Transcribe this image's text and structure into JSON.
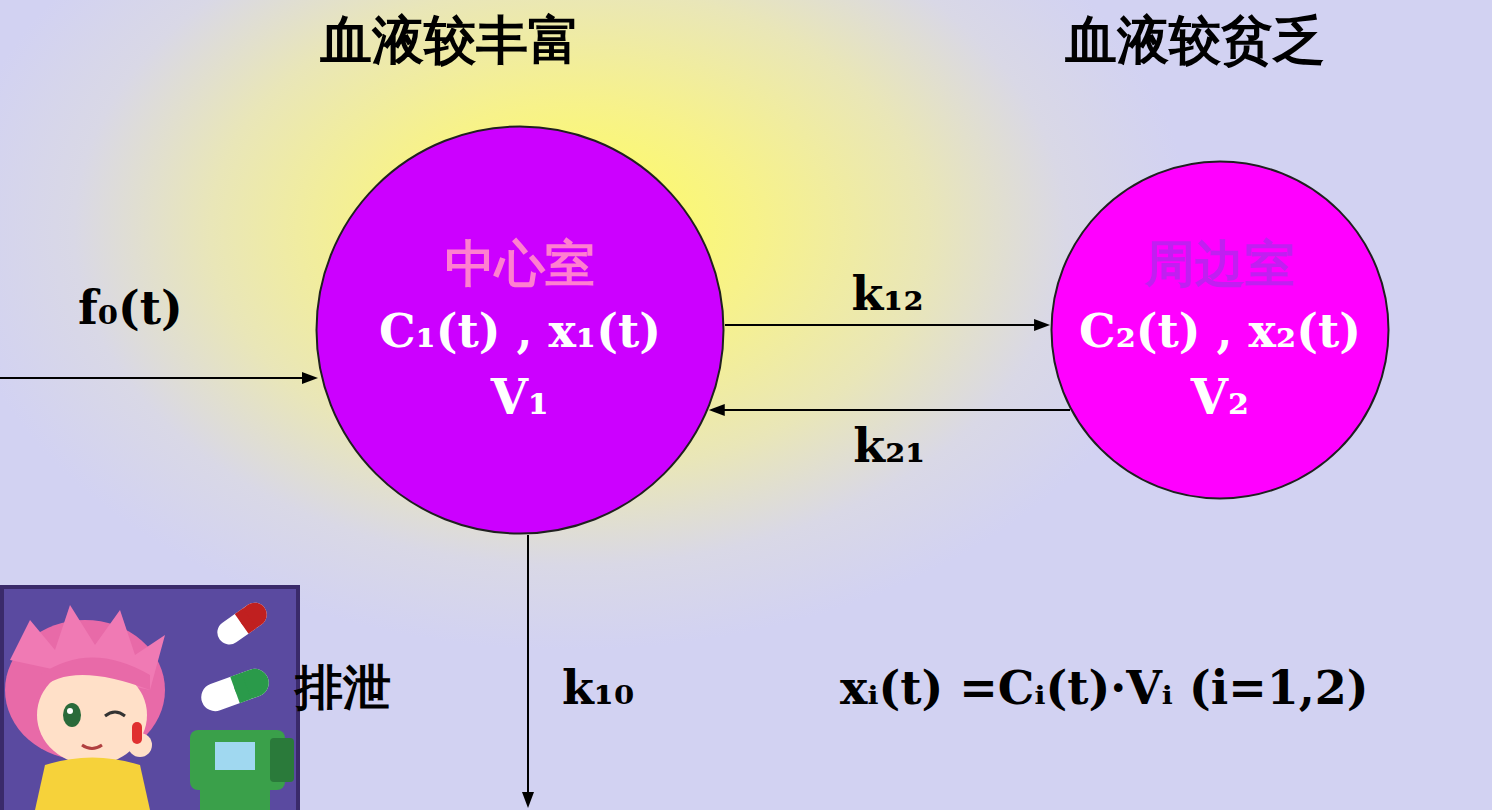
{
  "diagram": {
    "nodes": [
      {
        "text": [
          "中心室",
          "C₁(t) , x₁(t)",
          "V₁"
        ]
      },
      {
        "text": [
          "周边室",
          "C₂(t) , x₂(t)",
          "V₂"
        ]
      }
    ],
    "edges": [
      {
        "from": 0,
        "to": 1,
        "arrow": "to",
        "label": "k₁₂"
      },
      {
        "from": 1,
        "to": 0,
        "arrow": "to",
        "label": "k₂₁"
      }
    ],
    "labels": [
      "血液较丰富",
      "血液较贫乏",
      "f₀(t)",
      "排泄",
      "k₁₀",
      "xᵢ(t) =Cᵢ(t)·Vᵢ (i=1,2)"
    ]
  }
}
